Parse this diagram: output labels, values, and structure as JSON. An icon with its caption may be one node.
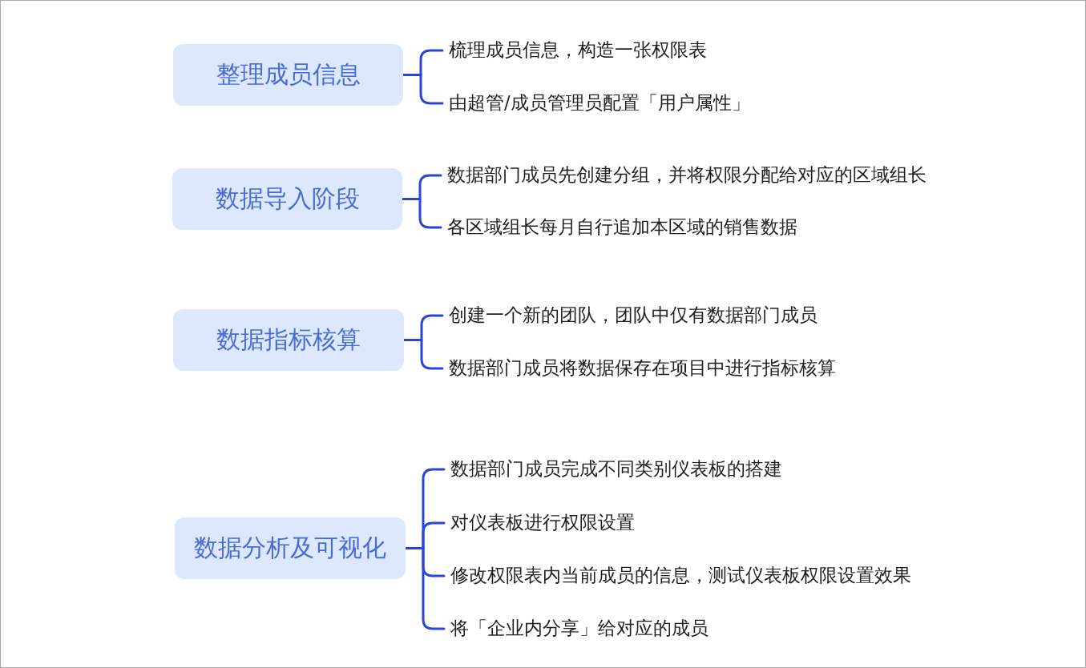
{
  "diagram": {
    "nodes": [
      {
        "text": [
          "整理成员信息"
        ]
      },
      {
        "text": [
          "梳理成员信息，构造一张权限表"
        ]
      },
      {
        "text": [
          "由超管/成员管理员配置「用户属性」"
        ]
      },
      {
        "text": [
          "数据导入阶段"
        ]
      },
      {
        "text": [
          "数据部门成员先创建分组，并将权限分配给对应的区域组长"
        ]
      },
      {
        "text": [
          "各区域组长每月自行追加本区域的销售数据"
        ]
      },
      {
        "text": [
          "数据指标核算"
        ]
      },
      {
        "text": [
          "创建一个新的团队，团队中仅有数据部门成员"
        ]
      },
      {
        "text": [
          "数据部门成员将数据保存在项目中进行指标核算"
        ]
      },
      {
        "text": [
          "数据分析及可视化"
        ]
      },
      {
        "text": [
          "数据部门成员完成不同类别仪表板的搭建"
        ]
      },
      {
        "text": [
          "对仪表板进行权限设置"
        ]
      },
      {
        "text": [
          "修改权限表内当前成员的信息，测试仪表板权限设置效果"
        ]
      },
      {
        "text": [
          "将「企业内分享」给对应的成员"
        ]
      }
    ],
    "edges": [
      {
        "from": 0,
        "to": 1,
        "arrow": "none"
      },
      {
        "from": 0,
        "to": 2,
        "arrow": "none"
      },
      {
        "from": 3,
        "to": 4,
        "arrow": "none"
      },
      {
        "from": 3,
        "to": 5,
        "arrow": "none"
      },
      {
        "from": 6,
        "to": 7,
        "arrow": "none"
      },
      {
        "from": 6,
        "to": 8,
        "arrow": "none"
      },
      {
        "from": 9,
        "to": 10,
        "arrow": "none"
      },
      {
        "from": 9,
        "to": 11,
        "arrow": "none"
      },
      {
        "from": 9,
        "to": 12,
        "arrow": "none"
      },
      {
        "from": 9,
        "to": 13,
        "arrow": "none"
      }
    ]
  }
}
